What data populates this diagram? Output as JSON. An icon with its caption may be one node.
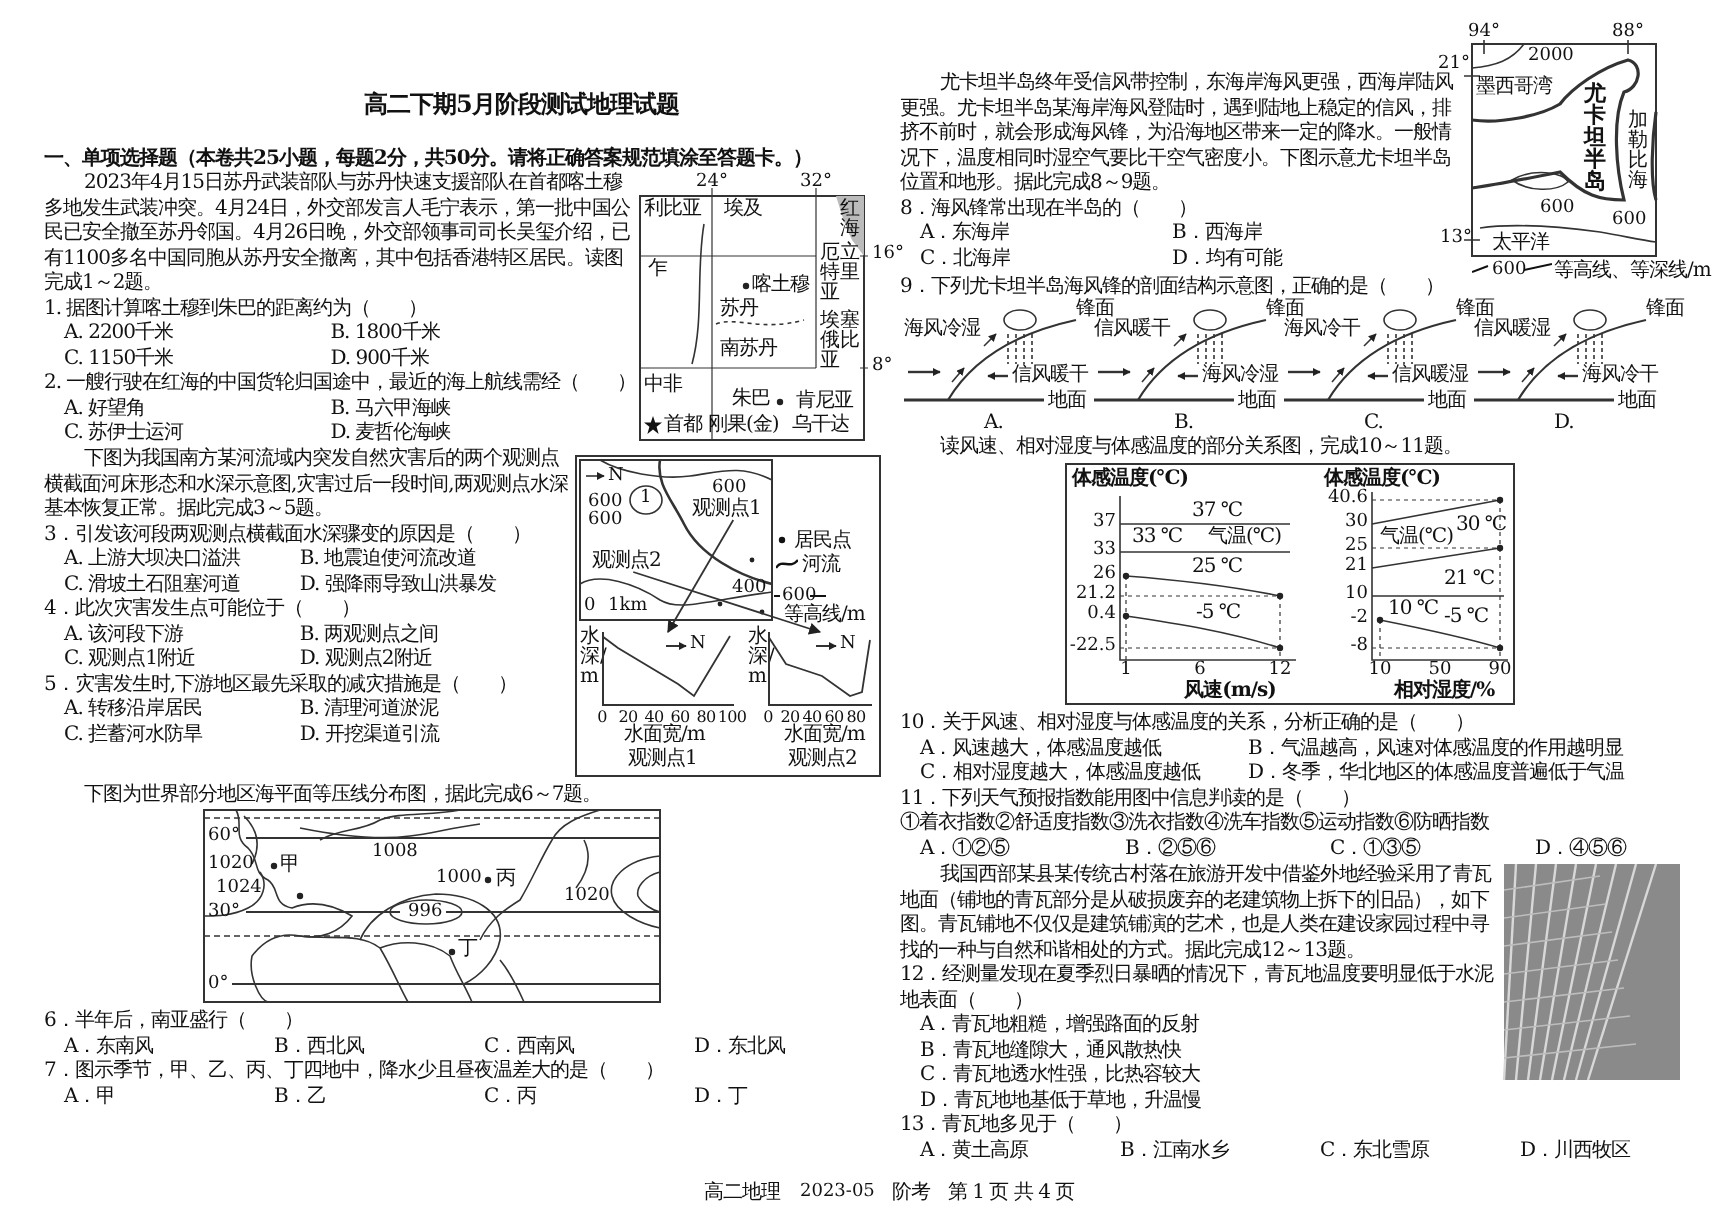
{
  "diagram": {
    "title": "高二下期5月阶段测试地理试题",
    "nodes": [
      {
        "text": [
          "观测点1"
        ]
      },
      {
        "text": [
          "观测点2"
        ]
      },
      {
        "text": [],
        "shape": "picture"
      },
      {
        "text": [],
        "shape": "picture"
      }
    ],
    "edges": [
      {
        "from": 0,
        "to": 2,
        "arrow": "to"
      },
      {
        "from": 1,
        "to": 3,
        "arrow": "to"
      }
    ],
    "labels": [
      "一、单项选择题（本卷共25小题，每题2分，共50分。请将正确答案规范填涂至答题卡。）",
      "2023年4月15日苏丹武装部队与苏丹快速支援部队在首都喀土穆多地发生武装冲突。4月24日，外交部发言人毛宁表示，第一批中国公民已安全撤至苏丹邻国。4月26日晚，外交部领事司司长吴玺介绍，已有1100多名中国同胞从苏丹安全撤离，其中包括香港特区居民。读图完成1～2题。",
      "1. 据图计算喀土穆到朱巴的距离约为（　　）",
      "A. 2200千米",
      "B. 1800千米",
      "C. 1150千米",
      "D. 900千米",
      "2. 一艘行驶在红海的中国货轮归国途中，最近的海上航线需经（　　）",
      "A. 好望角",
      "B. 马六甲海峡",
      "C. 苏伊士运河",
      "D. 麦哲伦海峡",
      "24°",
      "32°",
      "利比亚",
      "埃及",
      "红海",
      "乍",
      "苏丹",
      "喀土穆",
      "16°",
      "厄立特里亚",
      "埃塞俄比亚",
      "8°",
      "中非",
      "南苏丹",
      "朱巴",
      "肯尼亚",
      "刚果(金)",
      "乌干达",
      "下图为我国南方某河流域内突发自然灾害后的两个观测点横截面河床形态和水深示意图,灾害过后一段时间,两观测点水深基本恢复正常。据此完成3～5题。",
      "3．引发该河段两观测点横截面水深骤变的原因是（　　）",
      "A. 上游大坝决口溢洪",
      "B. 地震迫使河流改道",
      "C. 滑坡土石阻塞河道",
      "D. 强降雨导致山洪暴发",
      "4．此次灾害发生点可能位于（　　）",
      "A. 该河段下游",
      "B. 两观测点之间",
      "C. 观测点1附近",
      "D. 观测点2附近",
      "5．灾害发生时,下游地区最先采取的减灾措施是（　　）",
      "A. 转移沿岸居民",
      "B. 清理河道淤泥",
      "C. 拦蓄河水防旱",
      "D. 开挖渠道引流",
      "N",
      "600",
      "600",
      "1",
      "600",
      "400",
      "0",
      "1km",
      "600",
      "水深/m",
      "N",
      "0",
      "20",
      "40",
      "60",
      "80",
      "100",
      "水面宽/m",
      "观测点1",
      "水深/m",
      "N",
      "0",
      "20",
      "40",
      "60",
      "80",
      "水面宽/m",
      "观测点2",
      "下图为世界部分地区海平面等压线分布图，据此完成6～7题。",
      "60°",
      "1020",
      "1024",
      "甲",
      "1008",
      "1000",
      "丙",
      "996",
      "1020",
      "30°",
      "丁",
      "0°",
      "6．半年后，南亚盛行（　　）",
      "A．东南风",
      "B．西北风",
      "C．西南风",
      "D．东北风",
      "7．图示季节，甲、乙、丙、丁四地中，降水少且昼夜温差大的是（　　）",
      "A．甲",
      "B．乙",
      "C．丙",
      "D．丁",
      "尤卡坦半岛终年受信风带控制，东海岸海风更强，西海岸陆风更强。尤卡坦半岛某海岸海风登陆时，遇到陆地上稳定的信风，排挤不前时，就会形成海风锋，为沿海地区带来一定的降水。一般情况下，温度相同时湿空气要比干空气密度小。下图示意尤卡坦半岛位置和地形。据此完成8～9题。",
      "8．海风锋常出现在半岛的（　　）",
      "A．东海岸",
      "B．西海岸",
      "C．北海岸",
      "D．均有可能",
      "94°",
      "88°",
      "21°",
      "2000",
      "墨西哥湾",
      "尤卡坦半岛",
      "加勒比海",
      "600",
      "600",
      "13°",
      "太平洋",
      "600",
      "9．下列尤卡坦半岛海风锋的剖面结构示意图，正确的是（　　）",
      "锋面",
      "海风冷湿",
      "信风暖干",
      "地面",
      "A.",
      "锋面",
      "信风暖干",
      "海风冷湿",
      "地面",
      "B.",
      "锋面",
      "海风冷干",
      "信风暖湿",
      "地面",
      "C.",
      "锋面",
      "信风暖湿",
      "海风冷干",
      "地面",
      "D.",
      "读风速、相对湿度与体感温度的部分关系图，完成10～11题。",
      "体感温度(℃)",
      "37",
      "33",
      "26",
      "21.2",
      "0.4",
      "-22.5",
      "37 ℃",
      "33 ℃",
      "气温(℃)",
      "25 ℃",
      "-5 ℃",
      "1",
      "6",
      "12",
      "风速(m/s)",
      "体感温度(℃)",
      "40.6",
      "30",
      "25",
      "21",
      "10",
      "-2",
      "-8",
      "气温(℃)",
      "30 ℃",
      "21 ℃",
      "10 ℃",
      "-5 ℃",
      "10",
      "50",
      "90",
      "相对湿度/%",
      "10．关于风速、相对湿度与体感温度的关系，分析正确的是（　　）",
      "A．风速越大，体感温度越低",
      "B．气温越高，风速对体感温度的作用越明显",
      "C．相对湿度越大，体感温度越低",
      "D．冬季，华北地区的体感温度普遍低于气温",
      "11．下列天气预报指数能用图中信息判读的是（　　）",
      "①着衣指数②舒适度指数③洗衣指数④洗车指数⑤运动指数⑥防晒指数",
      "A．①②⑤",
      "B．②⑤⑥",
      "C．①③⑤",
      "D．④⑤⑥",
      "我国西部某县某传统古村落在旅游开发中借鉴外地经验采用了青瓦地面（铺地的青瓦部分是从破损废弃的老建筑物上拆下的旧品），如下图。青瓦铺地不仅仅是建筑铺演的艺术，也是人类在建设家园过程中寻找的一种与自然和谐相处的方式。据此完成12～13题。",
      "12．经测量发现在夏季烈日暴晒的情况下，青瓦地温度要明显低于水泥地表面（　　）",
      "A．青瓦地粗糙，增强路面的反射",
      "B．青瓦地缝隙大，通风散热快",
      "C．青瓦地透水性强，比热容较大",
      "D．青瓦地地基低于草地，升温慢",
      "13．青瓦地多见于（　　）",
      "A．黄土高原",
      "B．江南水乡",
      "C．东北雪原",
      "D．川西牧区",
      "高二地理",
      "2023-05",
      "阶考",
      "第 1 页 共 4 页"
    ],
    "legend": [
      {
        "text": "首都"
      },
      {
        "text": "居民点"
      },
      {
        "text": "河流"
      },
      {
        "text": "等高线/m"
      },
      {
        "text": "等高线、等深线/m"
      }
    ]
  }
}
